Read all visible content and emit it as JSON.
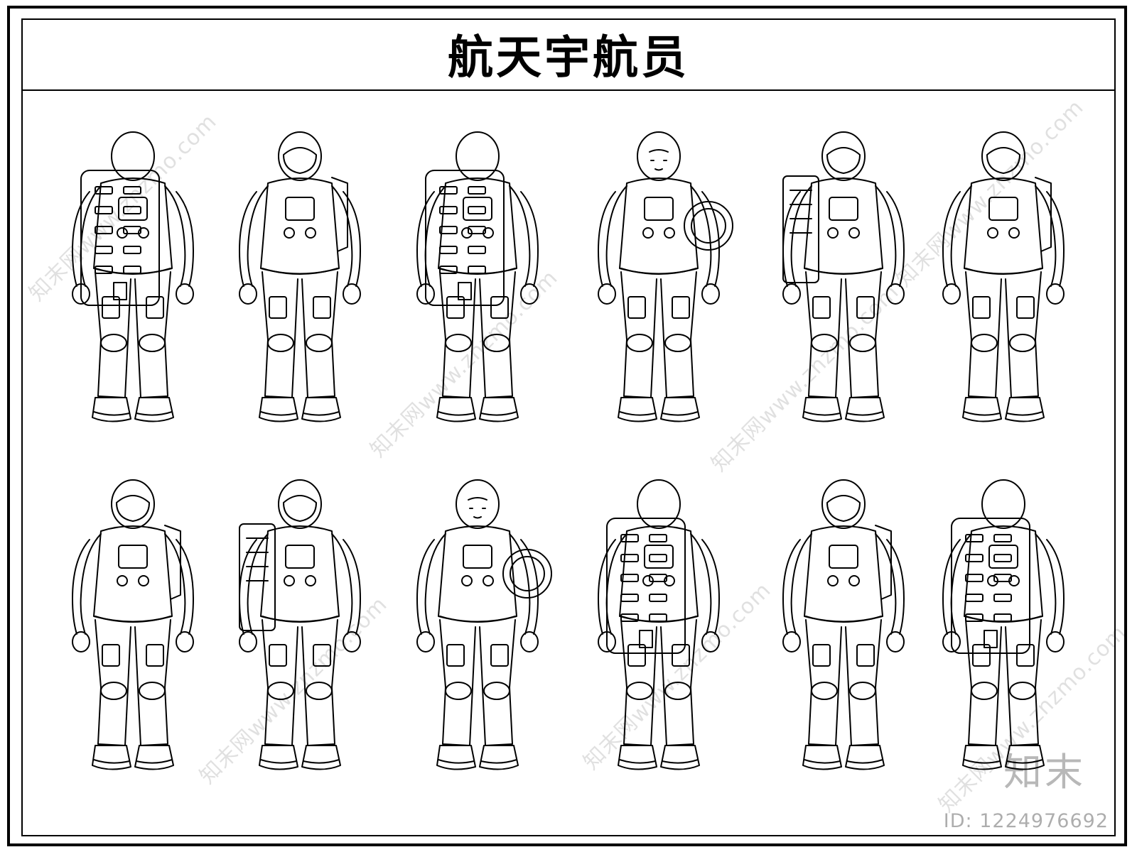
{
  "title": "航天宇航员",
  "watermark": {
    "site": "znzmo.com",
    "site_www": "www.znzmo.com",
    "brand": "知末网"
  },
  "logo_text": "知末",
  "image_id": "ID: 1224976692",
  "figures": [
    {
      "view": "back",
      "helmet": "closed",
      "backpack": true
    },
    {
      "view": "front",
      "helmet": "closed",
      "backpack": true
    },
    {
      "view": "back",
      "helmet": "closed",
      "backpack": true
    },
    {
      "view": "front",
      "helmet": "open",
      "backpack": false
    },
    {
      "view": "side",
      "helmet": "closed",
      "backpack": true
    },
    {
      "view": "front",
      "helmet": "closed",
      "backpack": true
    },
    {
      "view": "front",
      "helmet": "closed",
      "backpack": true
    },
    {
      "view": "side",
      "helmet": "closed",
      "backpack": true
    },
    {
      "view": "front",
      "helmet": "open",
      "backpack": false
    },
    {
      "view": "back",
      "helmet": "closed",
      "backpack": true
    },
    {
      "view": "front",
      "helmet": "closed",
      "backpack": true
    },
    {
      "view": "back",
      "helmet": "closed",
      "backpack": true
    }
  ]
}
